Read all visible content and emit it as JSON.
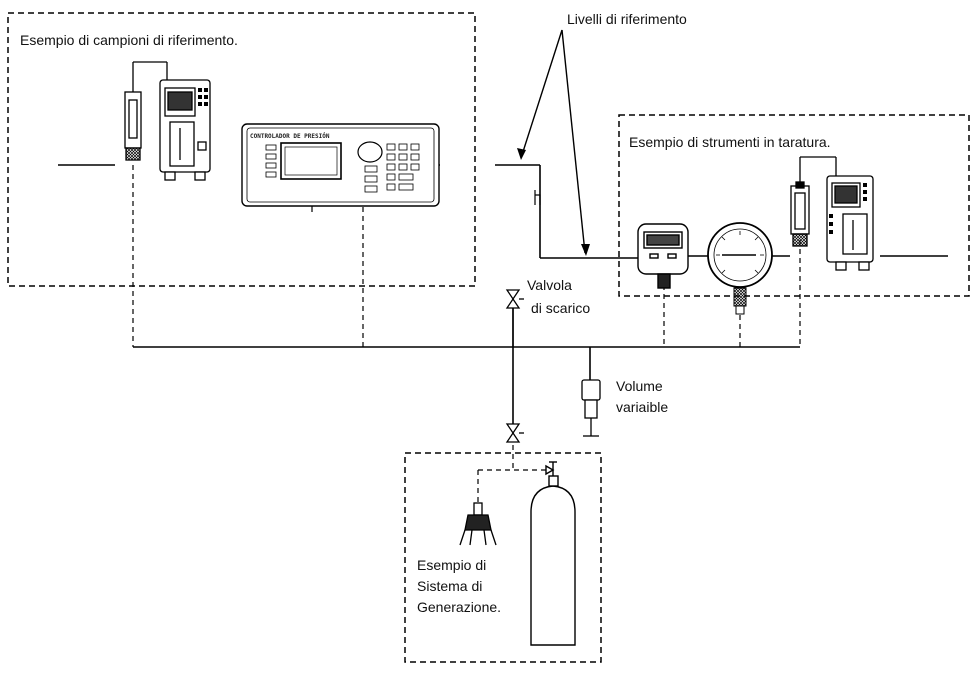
{
  "labels": {
    "reference_levels": "Livelli di riferimento",
    "reference_samples": "Esempio di campioni di riferimento.",
    "instruments_calibration": "Esempio di strumenti in taratura.",
    "drain_valve_line1": "Valvola",
    "drain_valve_line2": "di scarico",
    "variable_volume_line1": "Volume",
    "variable_volume_line2": "variaible",
    "generation_line1": "Esempio di",
    "generation_line2": "Sistema di",
    "generation_line3": "Generazione."
  },
  "controller_text": "CONTROLADOR DE PRESIÓN",
  "colors": {
    "stroke": "#000000",
    "background": "#ffffff"
  },
  "icons": [
    "pressure-controller-icon",
    "pressure-sensor-icon",
    "digital-gauge-icon",
    "analog-gauge-icon",
    "valve-icon",
    "piston-icon",
    "gas-cylinder-icon",
    "hand-pump-icon"
  ]
}
